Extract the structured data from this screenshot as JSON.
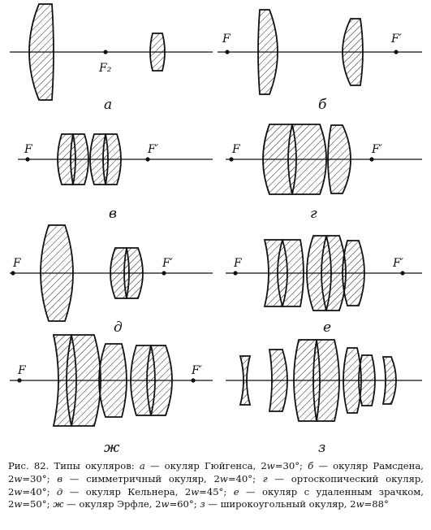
{
  "diagrams": [
    {
      "id": "a",
      "label": "а",
      "points": [
        "F₂"
      ]
    },
    {
      "id": "b",
      "label": "б",
      "points": [
        "F",
        "F′"
      ]
    },
    {
      "id": "v",
      "label": "в",
      "points": [
        "F",
        "F′"
      ]
    },
    {
      "id": "g",
      "label": "г",
      "points": [
        "F",
        "F′"
      ]
    },
    {
      "id": "d",
      "label": "д",
      "points": [
        "F",
        "F′"
      ]
    },
    {
      "id": "e",
      "label": "е",
      "points": [
        "F",
        "F′"
      ]
    },
    {
      "id": "zh",
      "label": "ж",
      "points": [
        "F",
        "F′"
      ]
    },
    {
      "id": "z",
      "label": "з",
      "points": []
    }
  ],
  "caption": {
    "prefix": "Рис. 82. Типы окуляров: ",
    "items": [
      {
        "letter": "а",
        "text": " — окуляр Гюйгенса, 2",
        "w": "w",
        "val": "=30°; "
      },
      {
        "letter": "б",
        "text": " — окуляр Рамсдена, 2",
        "w": "w",
        "val": "=30°; "
      },
      {
        "letter": "в",
        "text": " — симметричный окуляр, 2",
        "w": "w",
        "val": "=40°; "
      },
      {
        "letter": "г",
        "text": " — ортоскопический окуляр, 2",
        "w": "w",
        "val": "=40°; "
      },
      {
        "letter": "д",
        "text": " — окуляр Кельнера, 2",
        "w": "w",
        "val": "=45°; "
      },
      {
        "letter": "е",
        "text": " — окуляр с удаленным зрачком, 2",
        "w": "w",
        "val": "=50°; "
      },
      {
        "letter": "ж",
        "text": " — окуляр Эрфле, 2",
        "w": "w",
        "val": "=60°; "
      },
      {
        "letter": "з",
        "text": " — широкоугольный окуляр, 2",
        "w": "w",
        "val": "=88°"
      }
    ]
  }
}
